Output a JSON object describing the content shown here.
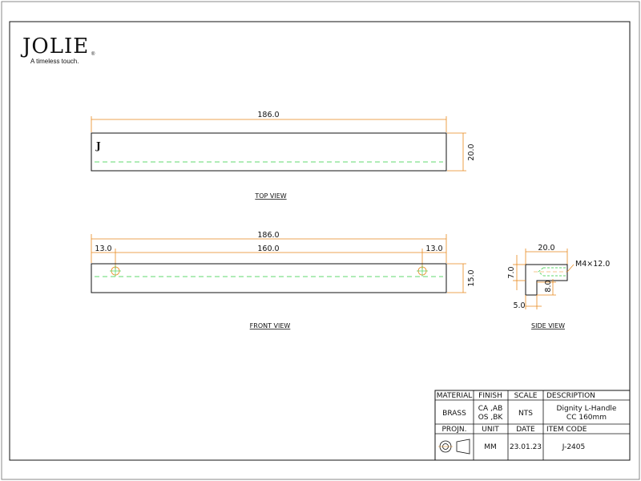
{
  "brand": {
    "name": "JOLIE",
    "registered": "®",
    "tagline": "A timeless touch."
  },
  "top_view": {
    "label": "TOP VIEW",
    "length_dim": "186.0",
    "width_dim": "20.0",
    "logo_mark": "J"
  },
  "front_view": {
    "label": "FRONT VIEW",
    "overall_dim": "186.0",
    "left_offset_dim": "13.0",
    "center_dim": "160.0",
    "right_offset_dim": "13.0",
    "height_dim": "15.0"
  },
  "side_view": {
    "label": "SIDE VIEW",
    "top_dim": "20.0",
    "thread_callout": "M4×12.0",
    "left_dim": "7.0",
    "leg_dim": "8.0",
    "bottom_dim": "5.0"
  },
  "title_block": {
    "headers": {
      "material": "MATERIAL",
      "finish": "FINISH",
      "scale": "SCALE",
      "description": "DESCRIPTION"
    },
    "values": {
      "material": "BRASS",
      "finish_line1": "CA ,AB",
      "finish_line2": "OS ,BK",
      "scale": "NTS",
      "description_line1": "Dignity L-Handle",
      "description_line2": "CC 160mm"
    },
    "headers2": {
      "projection": "PROJN.",
      "unit": "UNIT",
      "date": "DATE",
      "item_code": "ITEM CODE"
    },
    "values2": {
      "unit": "MM",
      "date": "23.01.23",
      "item_code": "J-2405"
    }
  },
  "colors": {
    "line": "#111111",
    "dimension": "#e8891e",
    "center": "#2ecc40",
    "hole": "#e8891e"
  }
}
